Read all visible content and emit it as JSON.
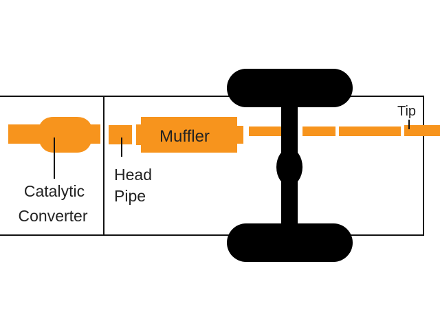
{
  "diagram": {
    "labels": {
      "catalytic_line1": "Catalytic",
      "catalytic_line2": "Converter",
      "head_line1": "Head",
      "head_line2": "Pipe",
      "muffler": "Muffler",
      "tip": "Tip"
    },
    "colors": {
      "exhaust": "#F7941D",
      "frame": "#111111",
      "axle": "#000000",
      "background": "#FFFFFF"
    }
  }
}
